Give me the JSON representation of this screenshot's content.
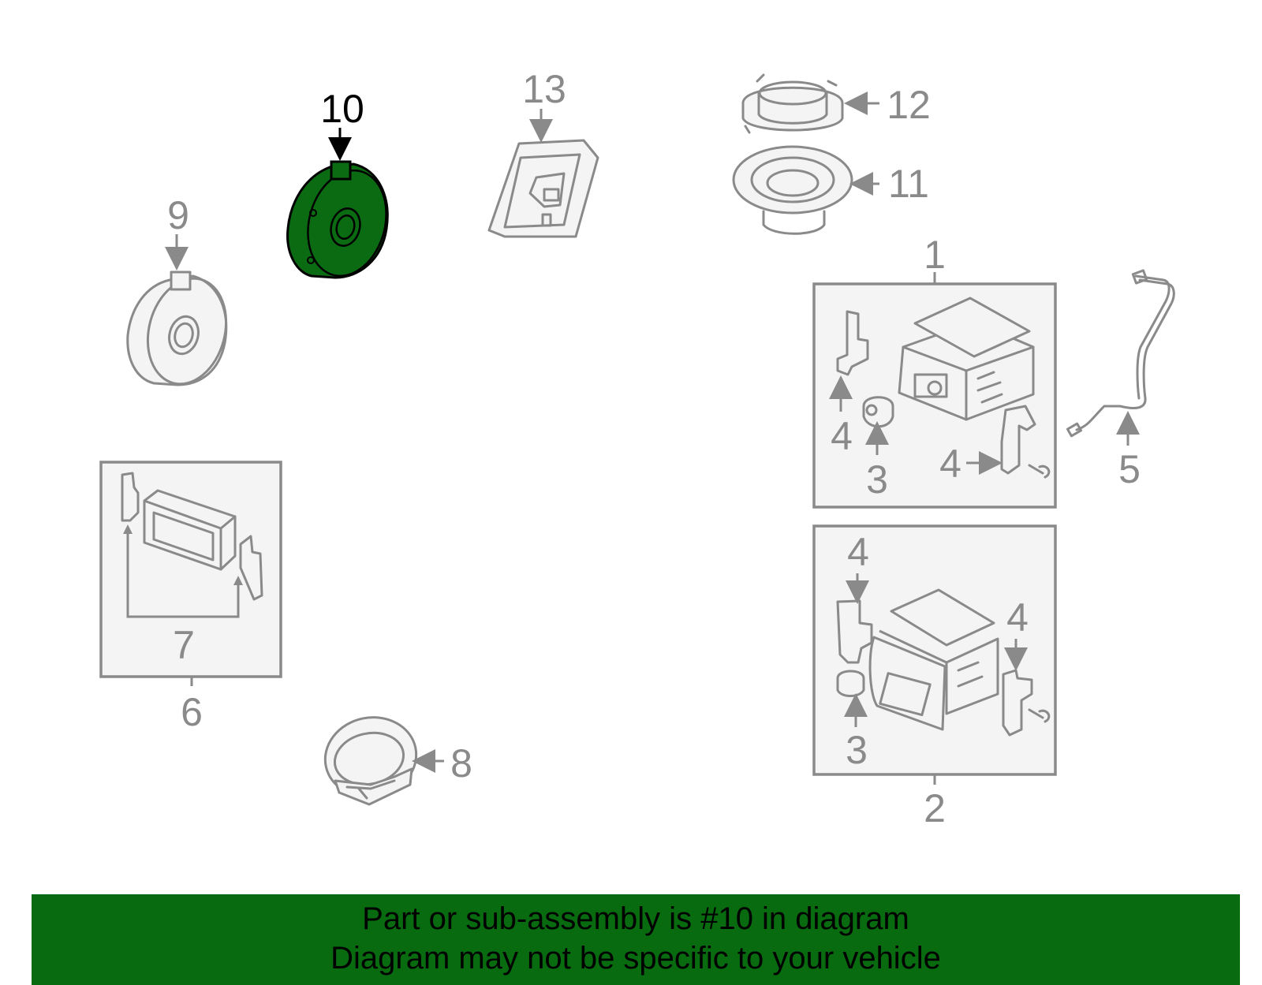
{
  "diagram": {
    "highlight_color": "#0b6b12",
    "highlighted_part": "10",
    "callouts": {
      "c1": "1",
      "c2": "2",
      "c3a": "3",
      "c3b": "3",
      "c4a": "4",
      "c4b": "4",
      "c4c": "4",
      "c4d": "4",
      "c5": "5",
      "c6": "6",
      "c7": "7",
      "c8": "8",
      "c9": "9",
      "c10": "10",
      "c11": "11",
      "c12": "12",
      "c13": "13"
    }
  },
  "banner": {
    "line1": "Part or sub-assembly is #10 in diagram",
    "line2": "Diagram may not be specific to your vehicle",
    "background": "#086b0f"
  }
}
